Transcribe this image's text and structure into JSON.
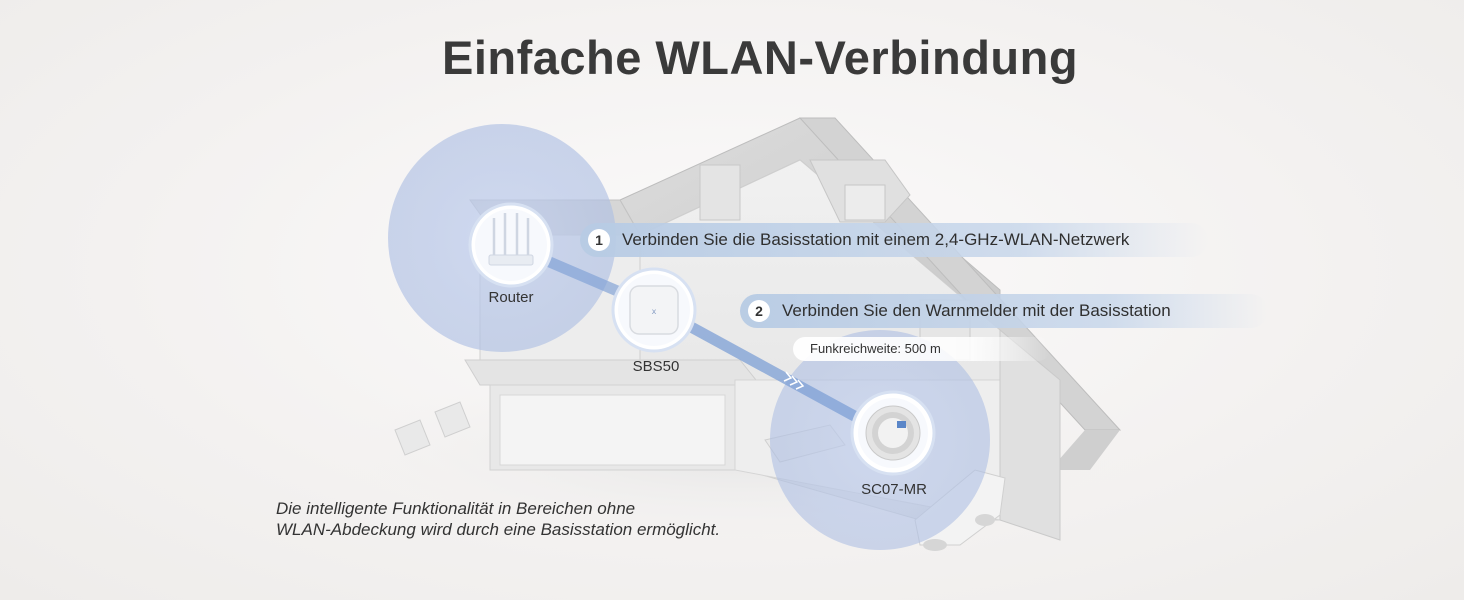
{
  "title": "Einfache WLAN-Verbindung",
  "steps": [
    {
      "number": "1",
      "text": "Verbinden Sie die Basisstation mit einem 2,4-GHz-WLAN-Netzwerk"
    },
    {
      "number": "2",
      "text": "Verbinden Sie den Warnmelder mit der Basisstation"
    }
  ],
  "range_label": "Funkreichweite: 500 m",
  "devices": {
    "router": "Router",
    "base_station": "SBS50",
    "detector": "SC07-MR"
  },
  "caption": {
    "line1": "Die intelligente Funktionalität in Bereichen ohne",
    "line2": "WLAN-Abdeckung wird durch eine Basisstation ermöglicht."
  },
  "colors": {
    "coverage_circle": "#aebfe3",
    "link_line": "#7ea0d6",
    "step_pill": "#b7cbe4",
    "house": "#d9d9d9"
  }
}
